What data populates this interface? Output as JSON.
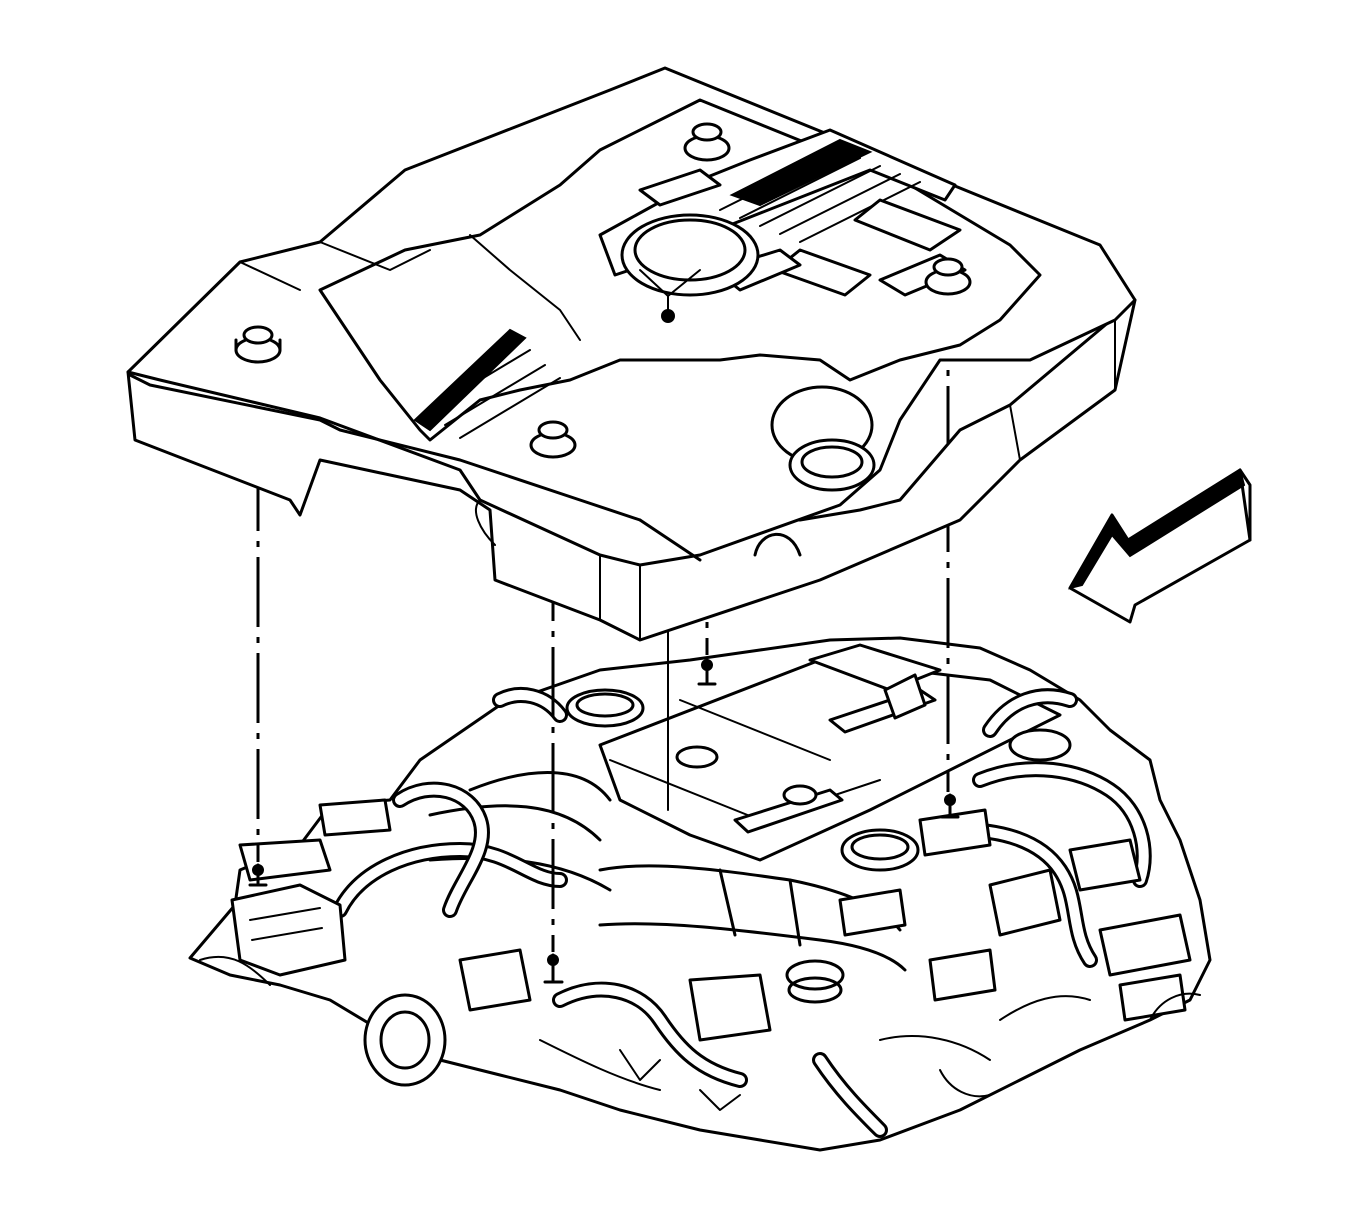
{
  "diagram": {
    "parts": [
      "engine-cover",
      "cover-grommet",
      "oil-fill-opening",
      "intake-manifold",
      "ball-stud",
      "engine-front-arrow"
    ],
    "grommet_count": 4,
    "ball_stud_count": 4
  }
}
